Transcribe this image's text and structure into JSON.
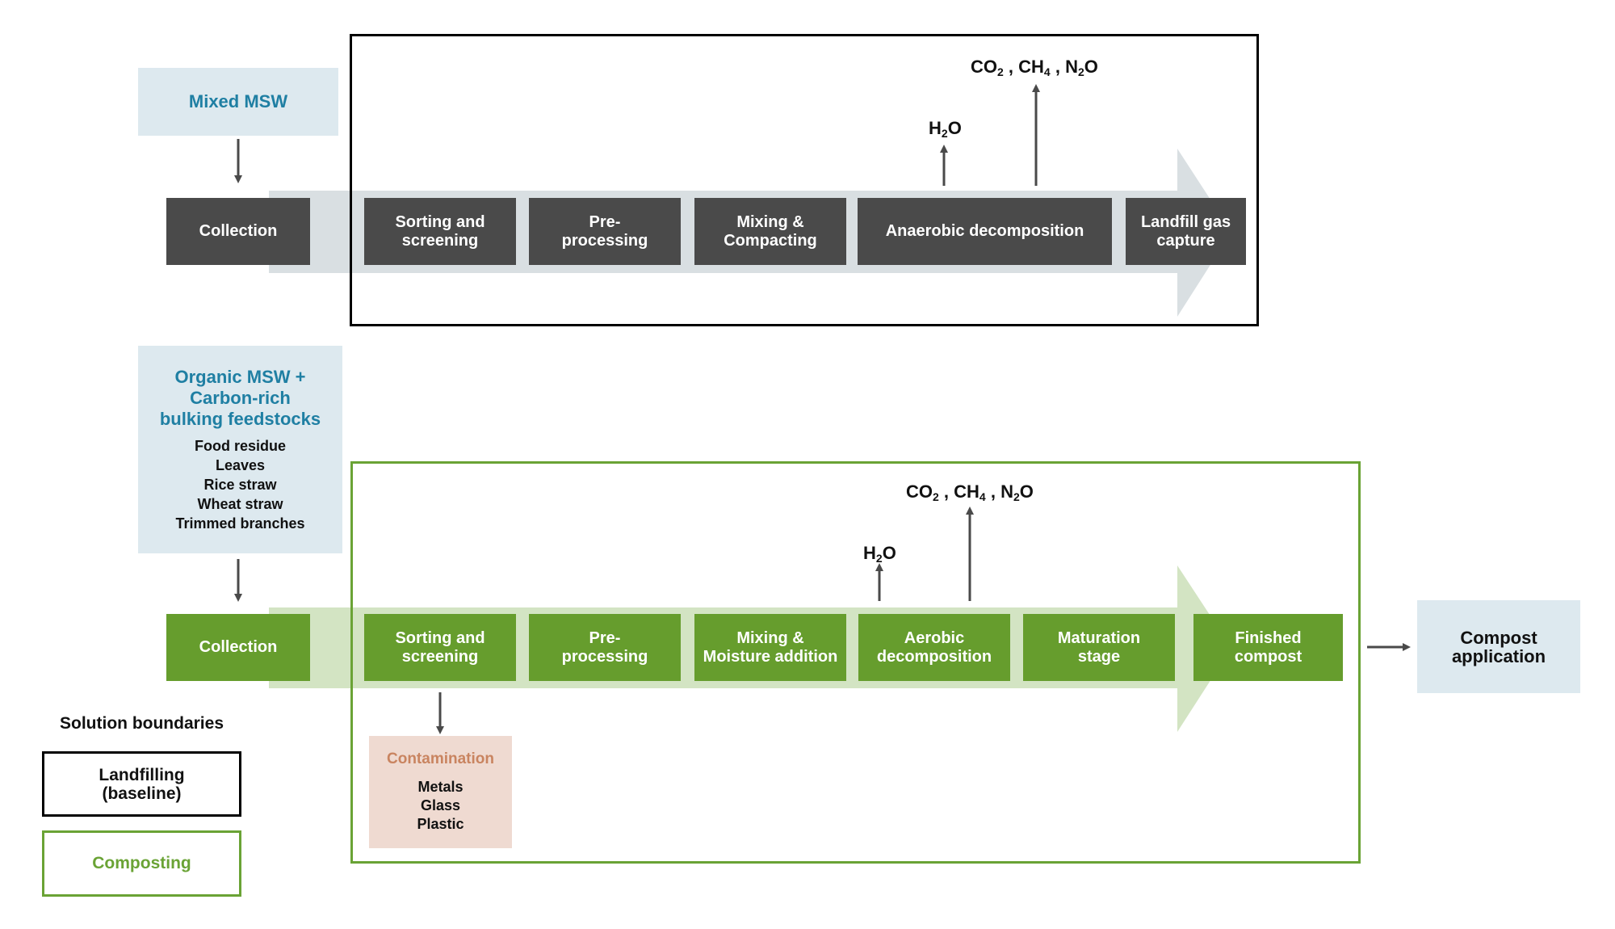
{
  "colors": {
    "dark_step": "#4a4a4a",
    "green_step": "#669d2d",
    "gray_band": "#d9dfe2",
    "green_band": "#d3e4c3",
    "input_bg": "#dde9ef",
    "input_title": "#1f7fa3",
    "contamination_bg": "#efdad1",
    "contamination_title": "#c98460",
    "arrow": "#4a4a4a",
    "landfill_boundary": "#000000",
    "compost_boundary": "#6aa335"
  },
  "landfilling": {
    "input": {
      "title": "Mixed MSW"
    },
    "collection": "Collection",
    "steps": [
      {
        "line1": "Sorting and",
        "line2": "screening"
      },
      {
        "line1": "Pre-",
        "line2": "processing"
      },
      {
        "line1": "Mixing &",
        "line2": "Compacting"
      },
      {
        "line1": "Anaerobic decomposition",
        "line2": ""
      },
      {
        "line1": "Landfill gas",
        "line2": "capture"
      }
    ],
    "emissions": {
      "water": {
        "base": "H",
        "sub": "2",
        "tail": "O"
      },
      "gases": [
        {
          "base": "CO",
          "sub": "2"
        },
        {
          "base": "CH",
          "sub": "4"
        },
        {
          "base": "N",
          "sub": "2",
          "tail": "O"
        }
      ],
      "separator": " , "
    }
  },
  "composting": {
    "input": {
      "title_lines": [
        "Organic MSW +",
        "Carbon-rich",
        "bulking feedstocks"
      ],
      "items": [
        "Food residue",
        "Leaves",
        "Rice straw",
        "Wheat straw",
        "Trimmed branches"
      ]
    },
    "collection": "Collection",
    "steps": [
      {
        "line1": "Sorting and",
        "line2": "screening"
      },
      {
        "line1": "Pre-",
        "line2": "processing"
      },
      {
        "line1": "Mixing &",
        "line2": "Moisture addition"
      },
      {
        "line1": "Aerobic",
        "line2": "decomposition"
      },
      {
        "line1": "Maturation",
        "line2": "stage"
      },
      {
        "line1": "Finished",
        "line2": "compost"
      }
    ],
    "emissions": {
      "water": {
        "base": "H",
        "sub": "2",
        "tail": "O"
      },
      "gases": [
        {
          "base": "CO",
          "sub": "2"
        },
        {
          "base": "CH",
          "sub": "4"
        },
        {
          "base": "N",
          "sub": "2",
          "tail": "O"
        }
      ],
      "separator": " , "
    },
    "contamination": {
      "title": "Contamination",
      "items": [
        "Metals",
        "Glass",
        "Plastic"
      ]
    },
    "outcome": {
      "line1": "Compost",
      "line2": "application"
    }
  },
  "legend": {
    "title": "Solution boundaries",
    "landfilling": {
      "line1": "Landfilling",
      "line2": "(baseline)"
    },
    "composting": "Composting"
  }
}
